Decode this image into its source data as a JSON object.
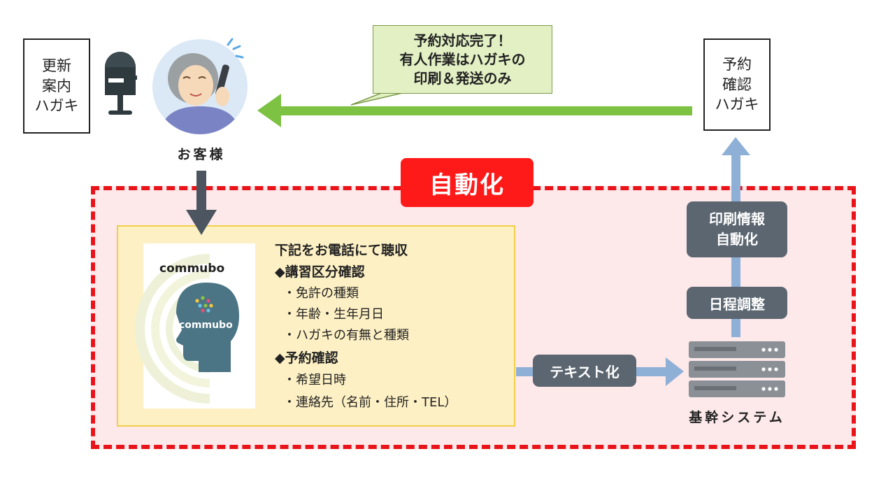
{
  "notice_card": {
    "text": "更新\n案内\nハガキ"
  },
  "confirm_card": {
    "text": "予約\n確認\nハガキ"
  },
  "callout": {
    "text": "予約対応完了！\n有人作業はハガキの\n印刷＆発送のみ"
  },
  "customer": {
    "label": "お客様"
  },
  "automation": {
    "title": "自動化"
  },
  "commubo": {
    "brand": "commubo",
    "head_logo": "commubo"
  },
  "inquiry": {
    "heading": "下記をお電話にて聴収",
    "section1": "◆講習区分確認",
    "items1": [
      "・免許の種類",
      "・年齢・生年月日",
      "・ハガキの有無と種類"
    ],
    "section2": "◆予約確認",
    "items2": [
      "・希望日時",
      "・連絡先（名前・住所・TEL）"
    ]
  },
  "steps": {
    "text_conversion": "テキスト化",
    "schedule": "日程調整",
    "print_info": "印刷情報\n自動化"
  },
  "core_system": {
    "label": "基幹システム"
  },
  "colors": {
    "automation_red": "#e8141a",
    "green_arrow": "#7dc242",
    "blue_arrow": "#8fb0d6",
    "dark_arrow": "#4d5660",
    "pill": "#5b6670"
  },
  "icons": [
    "mailbox-icon",
    "customer-avatar-icon",
    "ai-head-icon",
    "server-icon"
  ]
}
